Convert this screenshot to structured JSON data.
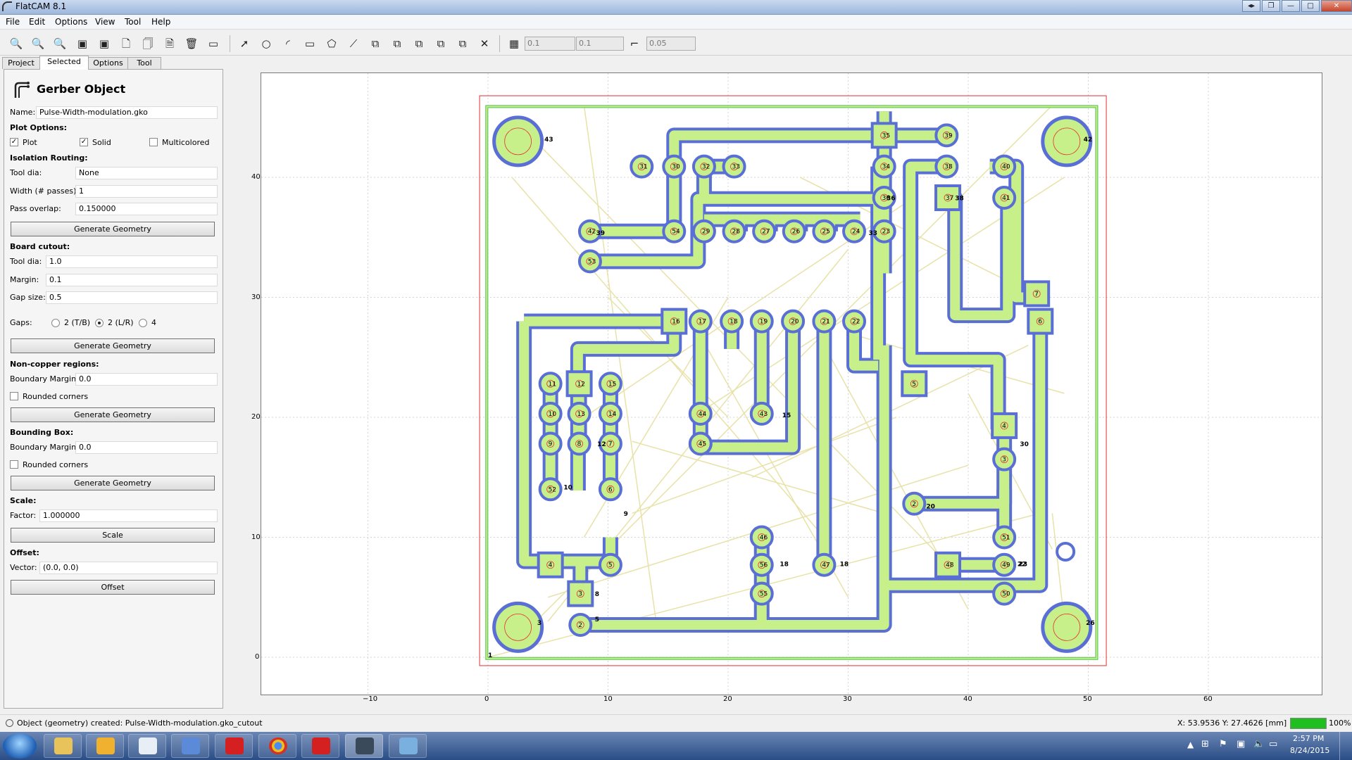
{
  "window": {
    "title": "FlatCAM 8.1",
    "btn_compact": "◂▸",
    "btn_restore2": "❐",
    "btn_minimize": "—",
    "btn_maximize": "□",
    "btn_close": "✕"
  },
  "menu": [
    "File",
    "Edit",
    "Options",
    "View",
    "Tool",
    "Help"
  ],
  "toolbar": {
    "grid_x": "0.1",
    "grid_y": "0.1",
    "snap_max": "0.05"
  },
  "tabs": [
    "Project",
    "Selected",
    "Options",
    "Tool"
  ],
  "panel": {
    "title": "Gerber Object",
    "name_label": "Name:",
    "name_value": "Pulse-Width-modulation.gko",
    "plot_options": "Plot Options:",
    "plot": "Plot",
    "solid": "Solid",
    "multicolored": "Multicolored",
    "isolation": "Isolation Routing:",
    "tool_dia_label": "Tool dia:",
    "tool_dia_value": "None",
    "width_label": "Width (# passes):",
    "width_value": "1",
    "overlap_label": "Pass overlap:",
    "overlap_value": "0.150000",
    "generate": "Generate Geometry",
    "cutout": "Board cutout:",
    "cut_tool_dia_value": "1.0",
    "margin_label": "Margin:",
    "margin_value": "0.1",
    "gap_label": "Gap size:",
    "gap_value": "0.5",
    "gaps_label": "Gaps:",
    "gaps_tb": "2 (T/B)",
    "gaps_lr": "2 (L/R)",
    "gaps_4": "4",
    "noncopper": "Non-copper regions:",
    "boundary_label": "Boundary Margin:",
    "boundary_value": "0.0",
    "rounded": "Rounded corners",
    "bbox": "Bounding Box:",
    "bbox_value": "0.0",
    "scale": "Scale:",
    "factor_label": "Factor:",
    "factor_value": "1.000000",
    "scale_btn": "Scale",
    "offset": "Offset:",
    "vector_label": "Vector:",
    "vector_value": "(0.0, 0.0)",
    "offset_btn": "Offset"
  },
  "plot": {
    "x_ticks": [
      "−10",
      "0",
      "10",
      "20",
      "30",
      "40",
      "50",
      "60"
    ],
    "y_ticks": [
      "40",
      "30",
      "20",
      "10",
      "0"
    ],
    "pads": [
      [
        "31",
        31
      ],
      [
        "30",
        30
      ],
      [
        "32",
        32
      ],
      [
        "33",
        33
      ],
      [
        "35",
        35
      ],
      [
        "39",
        39
      ],
      [
        "34",
        34
      ],
      [
        "38",
        38
      ],
      [
        "40",
        40
      ],
      [
        "36",
        36
      ],
      [
        "37",
        37
      ],
      [
        "41",
        41
      ],
      [
        "42",
        42
      ],
      [
        "54",
        54
      ],
      [
        "29",
        29
      ],
      [
        "28",
        28
      ],
      [
        "27",
        27
      ],
      [
        "26",
        26
      ],
      [
        "25",
        25
      ],
      [
        "24",
        24
      ],
      [
        "23",
        23
      ],
      [
        "53",
        53
      ],
      [
        "7",
        7
      ],
      [
        "16",
        16
      ],
      [
        "17",
        17
      ],
      [
        "18",
        18
      ],
      [
        "19",
        19
      ],
      [
        "20",
        20
      ],
      [
        "21",
        21
      ],
      [
        "22",
        22
      ],
      [
        "6",
        6
      ],
      [
        "5",
        5
      ],
      [
        "11",
        11
      ],
      [
        "12",
        12
      ],
      [
        "15",
        15
      ],
      [
        "10",
        10
      ],
      [
        "13",
        13
      ],
      [
        "14",
        14
      ],
      [
        "44",
        44
      ],
      [
        "43",
        43
      ],
      [
        "9",
        9
      ],
      [
        "8",
        8
      ],
      [
        "7",
        7
      ],
      [
        "45",
        45
      ],
      [
        "4",
        4
      ],
      [
        "3",
        3
      ],
      [
        "52",
        52
      ],
      [
        "6",
        6
      ],
      [
        "2",
        2
      ],
      [
        "51",
        51
      ],
      [
        "46",
        46
      ],
      [
        "4",
        4
      ],
      [
        "5",
        5
      ],
      [
        "56",
        56
      ],
      [
        "47",
        47
      ],
      [
        "48",
        48
      ],
      [
        "49",
        49
      ],
      [
        "3",
        3
      ],
      [
        "55",
        55
      ],
      [
        "50",
        50
      ],
      [
        "2",
        2
      ]
    ],
    "side_labels": [
      "39",
      "36",
      "38",
      "33",
      "15",
      "12",
      "30",
      "10",
      "9",
      "20",
      "18",
      "18",
      "22",
      "8",
      "5",
      "23",
      "3",
      "26",
      "1",
      "42",
      "43"
    ]
  },
  "status": {
    "message": "Object (geometry) created: Pulse-Width-modulation.gko_cutout",
    "coords": "X: 53.9536   Y: 27.4626   [mm]",
    "progress": 100,
    "progress_text": "100%"
  },
  "clock": {
    "time": "2:57 PM",
    "date": "8/24/2015"
  },
  "colors": {
    "trace": "#5a6fd6",
    "fill": "#c8f08a",
    "outline": "#e03030",
    "rat": "#e8e2a8"
  }
}
